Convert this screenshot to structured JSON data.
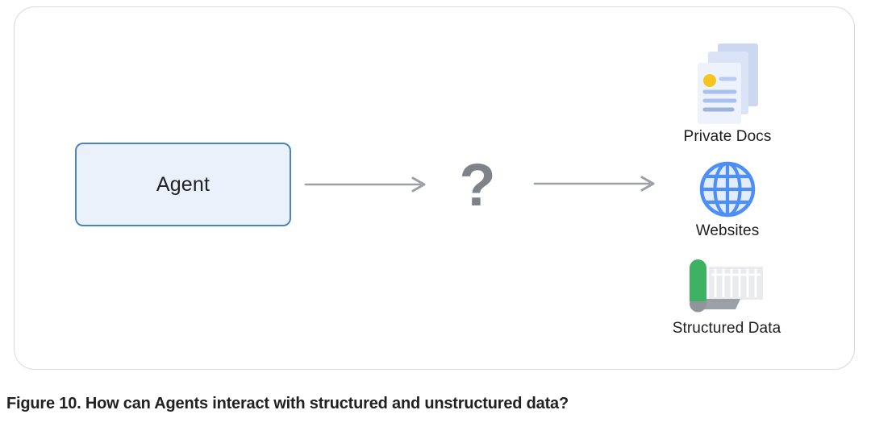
{
  "figure": {
    "caption": "Figure 10. How can Agents interact with structured and unstructured data?"
  },
  "diagram": {
    "agent": {
      "label": "Agent"
    },
    "connector": {
      "question_mark": "?"
    },
    "data_sources": [
      {
        "label": "Private Docs",
        "icon": "stacked-documents-icon"
      },
      {
        "label": "Websites",
        "icon": "globe-icon"
      },
      {
        "label": "Structured Data",
        "icon": "spreadsheet-scroll-icon"
      }
    ]
  },
  "colors": {
    "frame_border": "#dadada",
    "agent_box_fill": "#eaf1fb",
    "agent_box_border": "#4a84c4",
    "arrow_gray": "#9aa0a6",
    "question_mark_gray": "#7e8389",
    "label_text": "#1e1e1e",
    "doc_page_back": "#ccd8f0",
    "doc_page_mid": "#dbe4f6",
    "doc_page_front": "#edf2fc",
    "doc_line_blue": "#a9c2ec",
    "doc_accent_yellow": "#f6c51d",
    "globe_blue": "#4d8ff6",
    "globe_fill": "#e3edfe",
    "scroll_green": "#3cb262",
    "scroll_curl_gray": "#8f959b",
    "scroll_strip_gray": "#9aa0a6",
    "sheet_gray": "#e9ebee"
  }
}
